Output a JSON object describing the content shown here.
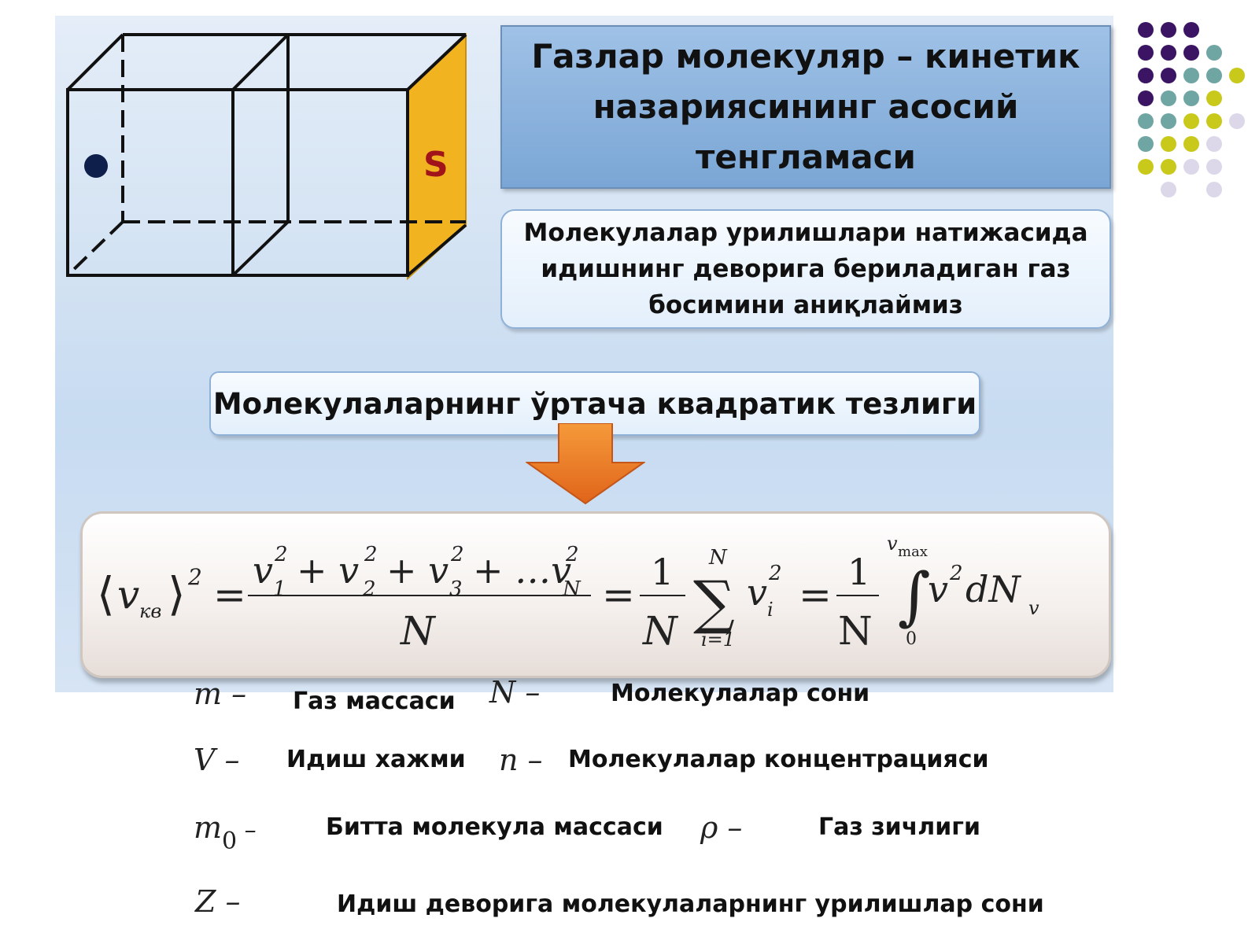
{
  "title": "Газлар молекуляр – кинетик назариясининг асосий тенгламаси",
  "description": "Молекулалар урилишлари натижасида идишнинг деворига бериладиган газ босимини аниқлаймиз",
  "subtitle": "Молекулаларнинг ўртача квадратик тезлиги",
  "diagram": {
    "wall_label": "S",
    "wall_color": "#f2b320",
    "molecule_color": "#0d1f4a"
  },
  "arrow_color": "#ee7a1f",
  "formula": {
    "lhs_base": "v",
    "lhs_sub": "кв",
    "lhs_exp": "2",
    "num_terms": [
      "v",
      "+ v",
      "+ v",
      "+ …v"
    ],
    "num_subs": [
      "1",
      "2",
      "3",
      "N"
    ],
    "num_exp": "2",
    "denominator": "N",
    "frac_one": "1",
    "frac_N": "N",
    "sum_upper": "N",
    "sum_lower": "i=1",
    "sum_symbol": "∑",
    "sum_term": "v",
    "sum_sub": "i",
    "sum_exp": "2",
    "frac2_one": "1",
    "frac2_N": "N",
    "int_upper_v": "v",
    "int_upper_sub": "max",
    "int_lower": "0",
    "integrand": "v",
    "integrand_exp": "2",
    "integrand_rest": "dN",
    "integrand_sub": "v"
  },
  "legend": [
    {
      "symbol": "m –",
      "label": "Газ массаси"
    },
    {
      "symbol": "N –",
      "label": "Молекулалар сони"
    },
    {
      "symbol": "V –",
      "label": "Идиш хажми"
    },
    {
      "symbol": "n –",
      "label": "Молекулалар концентрацияси"
    },
    {
      "symbol": "m",
      "symbol_sub": "0",
      "symbol_tail": " –",
      "label": "Битта молекула массаси"
    },
    {
      "symbol": "ρ –",
      "label": "Газ зичлиги"
    },
    {
      "symbol": "Z –",
      "label": "Идиш деворига молекулаларнинг урилишлар сони"
    }
  ],
  "decor_colors": {
    "purple": "#3b1563",
    "teal": "#6fa6a3",
    "yellow": "#c9c91c",
    "lavender": "#dcd8ea"
  }
}
